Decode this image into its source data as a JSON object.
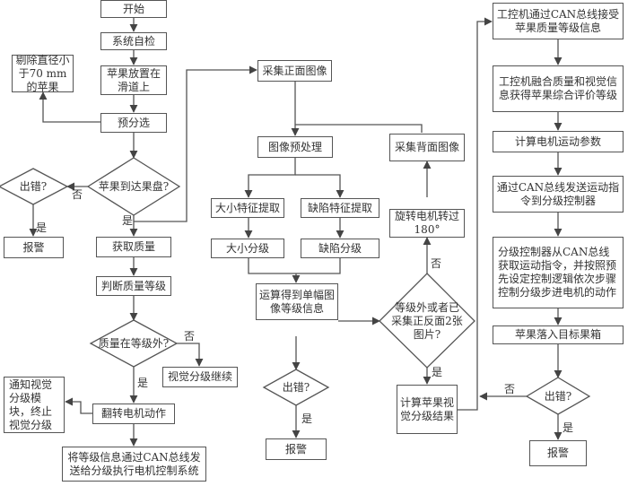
{
  "diagram": {
    "colors": {
      "line": "#555555",
      "text": "#333333",
      "background": "#ffffff"
    },
    "nodes": {
      "start": "开始",
      "self_check": "系统自检",
      "place_apple": "苹果放置在滑道上",
      "reject_small": "剔除直径小于70 mm的苹果",
      "pre_sort": "预分选",
      "arrive_tray": "苹果到达果盘?",
      "error_left": "出错?",
      "alarm_left": "报警",
      "get_mass": "获取质量",
      "judge_grade": "判断质量等级",
      "mass_out_grade": "质量在等级外?",
      "vision_continue": "视觉分级继续",
      "flip_motor": "翻转电机动作",
      "notify_vision": "通知视觉分级模块，终止视觉分级",
      "send_can": "将等级信息通过CAN总线发送给分级执行电机控制系统",
      "capture_front": "采集正面图像",
      "preprocess": "图像预处理",
      "size_feature": "大小特征提取",
      "defect_feature": "缺陷特征提取",
      "size_grade": "大小分级",
      "defect_grade": "缺陷分级",
      "single_grade": "运算得到单幅图像等级信息",
      "error_mid": "出错?",
      "alarm_mid": "报警",
      "capture_back": "采集背面图像",
      "rotate_motor": "旋转电机转过180°",
      "out_or_two": "等级外或者已采集正反面2张图片?",
      "calc_vision": "计算苹果视觉分级结果",
      "ipc_receive": "工控机通过CAN总线接受苹果质量等级信息",
      "ipc_fuse": "工控机融合质量和视觉信息获得苹果综合评价等级",
      "calc_motor": "计算电机运动参数",
      "send_cmd": "通过CAN总线发送运动指令到分级控制器",
      "controller_exec": "分级控制器从CAN总线获取运动指令，并按照预先设定控制逻辑依次步骤控制分级步进电机的动作",
      "apple_fall": "苹果落入目标果箱",
      "error_right": "出错?",
      "alarm_right": "报警"
    },
    "labels": {
      "yes": "是",
      "no": "否"
    }
  }
}
